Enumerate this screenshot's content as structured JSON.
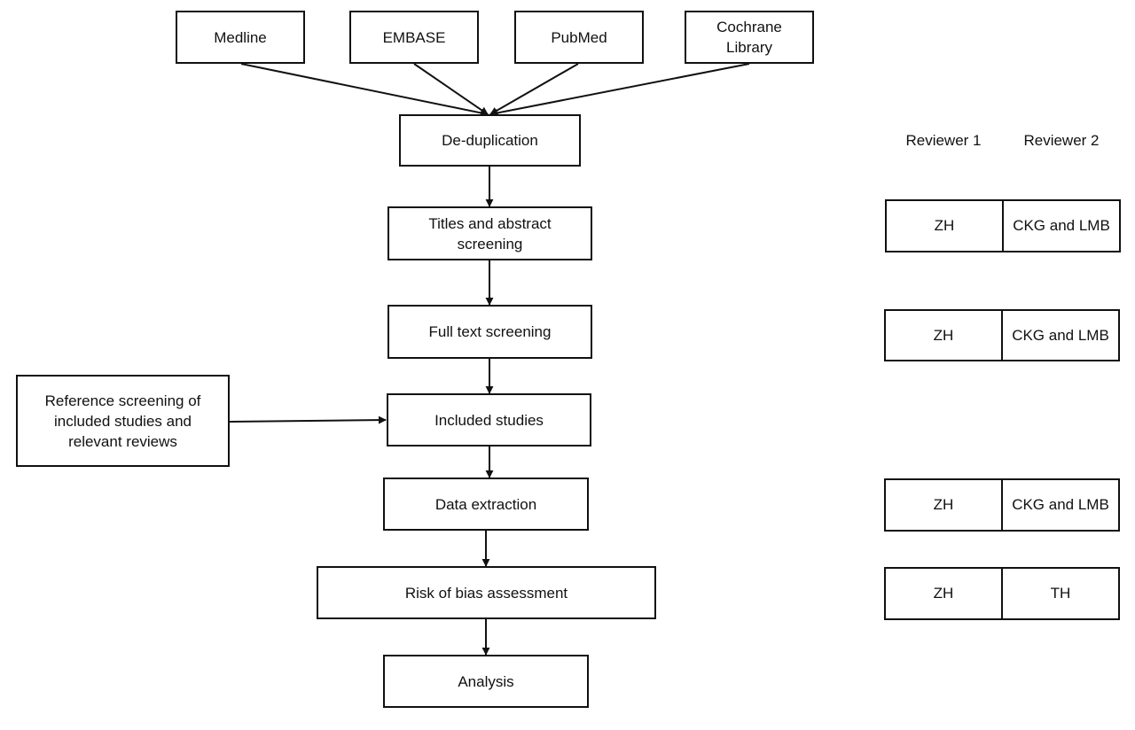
{
  "sources": {
    "medline": "Medline",
    "embase": "EMBASE",
    "pubmed": "PubMed",
    "cochrane": "Cochrane\nLibrary"
  },
  "steps": {
    "deduplication": "De-duplication",
    "titles_abstract": "Titles and abstract\nscreening",
    "full_text": "Full text screening",
    "included": "Included studies",
    "data_extraction": "Data extraction",
    "risk_of_bias": "Risk of bias assessment",
    "analysis": "Analysis"
  },
  "side_input": "Reference screening of\nincluded studies and\nrelevant reviews",
  "reviewers": {
    "header_1": "Reviewer 1",
    "header_2": "Reviewer 2",
    "rows": [
      {
        "step": "Titles and abstract screening",
        "r1": "ZH",
        "r2": "CKG and LMB"
      },
      {
        "step": "Full text screening",
        "r1": "ZH",
        "r2": "CKG and LMB"
      },
      {
        "step": "Data extraction",
        "r1": "ZH",
        "r2": "CKG and LMB"
      },
      {
        "step": "Risk of bias assessment",
        "r1": "ZH",
        "r2": "TH"
      }
    ]
  }
}
